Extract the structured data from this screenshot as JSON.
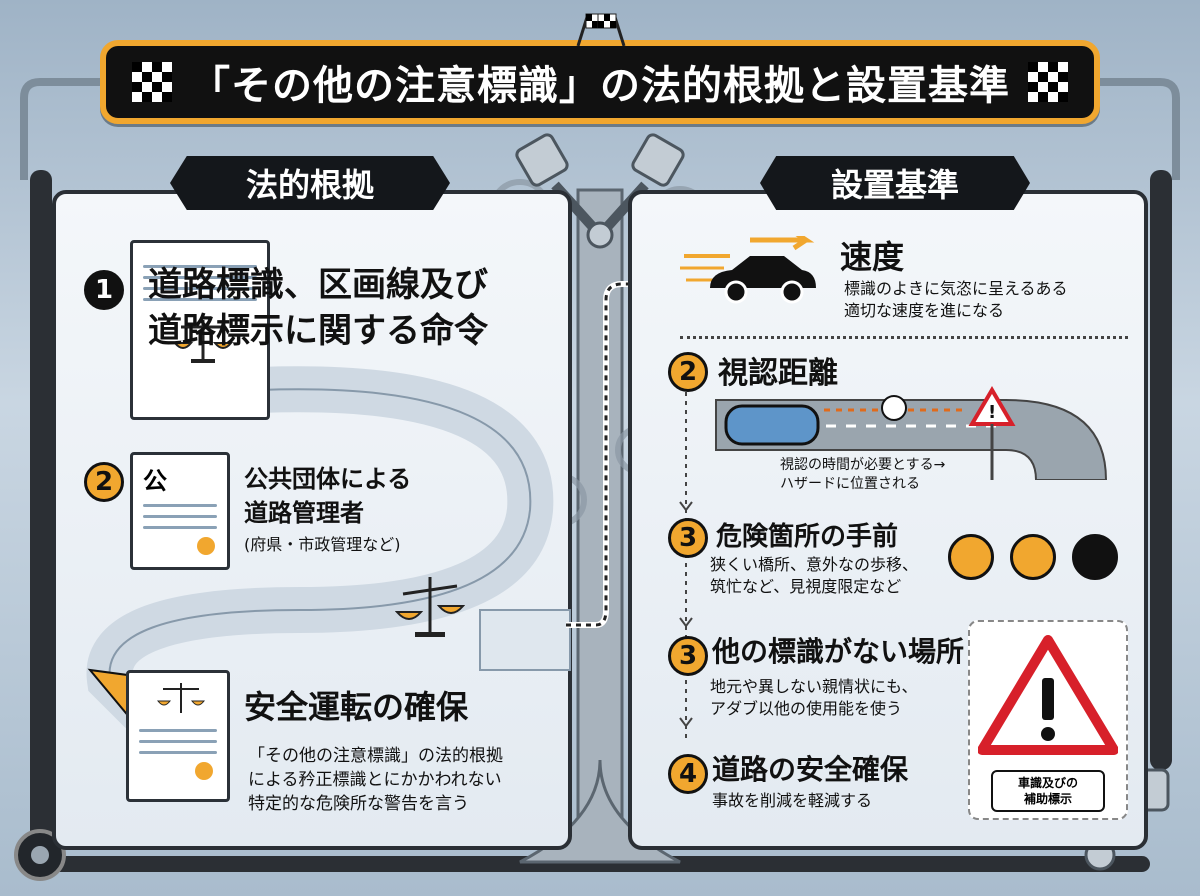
{
  "title": "「その他の注意標識」の法的根拠と設置基準",
  "left": {
    "header": "法的根拠",
    "item1": {
      "num": "1",
      "line1": "道路標識、区画線及び",
      "line2": "道路標示に関する命令"
    },
    "item2": {
      "num": "2",
      "doc_char": "公",
      "line1": "公共団体による",
      "line2": "道路管理者",
      "note": "(府県・市政管理など)"
    },
    "item3": {
      "title": "安全運転の確保",
      "line1": "「その他の注意標識」の法的根拠",
      "line2": "による矜正標識とにかかわれない",
      "line3": "特定的な危険所な警告を言う"
    }
  },
  "right": {
    "header": "設置基準",
    "speed": {
      "title": "速度",
      "line1": "標識のよきに気恣に呈えるある",
      "line2": "適切な速度を進になる"
    },
    "sight": {
      "num": "2",
      "title": "視認距離",
      "caption1": "視認の時間が必要とする→",
      "caption2": "ハザードに位置される"
    },
    "danger": {
      "num": "3",
      "title": "危険箇所の手前",
      "line1": "狭くい橋所、意外なの歩移、",
      "line2": "筑忙など、見視度限定など"
    },
    "nosign": {
      "num": "3",
      "title": "他の標識がない場所",
      "line1": "地元や異しない親情状にも、",
      "line2": "アダブ以他の使用能を使う"
    },
    "safety": {
      "num": "4",
      "title": "道路の安全確保",
      "line1": "事故を削減を軽減する"
    },
    "sign_label1": "車識及びの",
    "sign_label2": "補助標示"
  },
  "colors": {
    "accent": "#f1a72f",
    "dark": "#111111",
    "warning_red": "#d7202a",
    "panel": "#eef2f6"
  }
}
